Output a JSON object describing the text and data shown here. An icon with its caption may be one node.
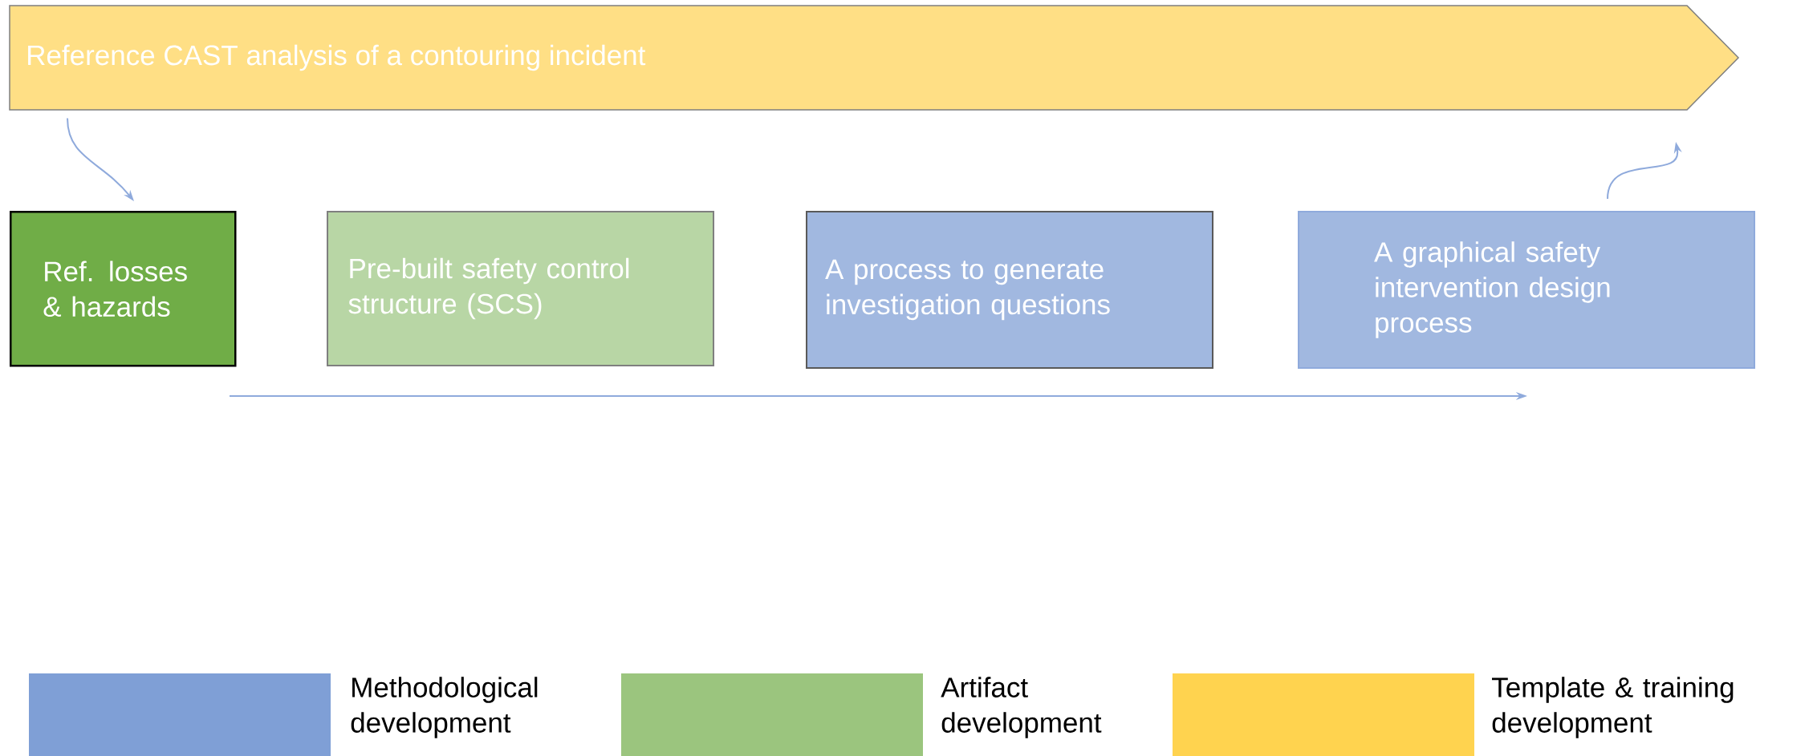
{
  "diagram": {
    "nodes": [
      {
        "text": [
          "Reference CAST analysis of a contouring incident"
        ]
      },
      {
        "text": [
          "Ref. losses & hazards"
        ]
      },
      {
        "text": [
          "Pre-built safety control structure (SCS)"
        ]
      },
      {
        "text": [
          "A process to generate investigation questions"
        ]
      },
      {
        "text": [
          "A graphical safety intervention design process"
        ]
      }
    ],
    "edges": [
      {
        "from": 0,
        "to": 1,
        "arrow": "to"
      },
      {
        "from": 4,
        "to": 0,
        "arrow": "to"
      }
    ],
    "legend": [
      {
        "text": "Methodological development",
        "color": "#7f9fd6"
      },
      {
        "text": "Artifact development",
        "color": "#9bc57e"
      },
      {
        "text": "Template & training development",
        "color": "#ffd34f"
      }
    ]
  }
}
